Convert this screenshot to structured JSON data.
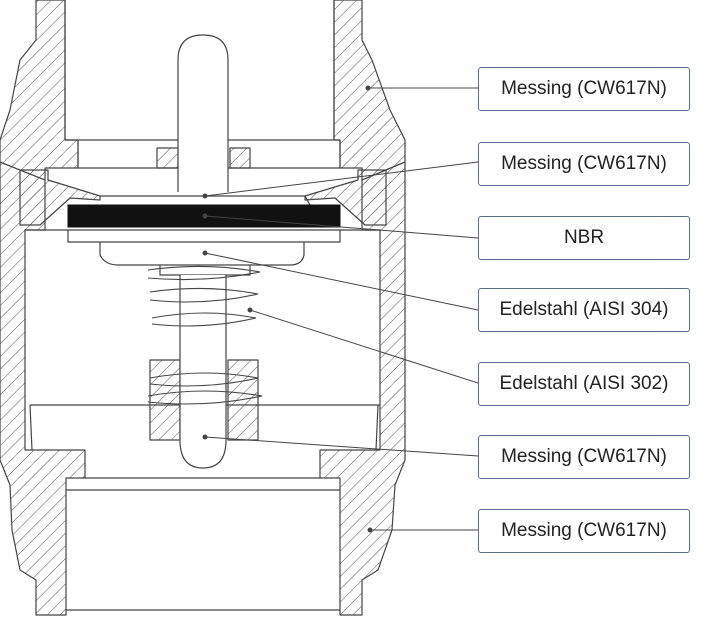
{
  "diagram": {
    "hatch_color": "#555555",
    "line_color": "#444444",
    "seal_color": "#111111",
    "box_border_color": "#5a6f8c"
  },
  "callouts": [
    {
      "label": "Messing (CW617N)"
    },
    {
      "label": "Messing (CW617N)"
    },
    {
      "label": "NBR"
    },
    {
      "label": "Edelstahl (AISI 304)"
    },
    {
      "label": "Edelstahl (AISI 302)"
    },
    {
      "label": "Messing (CW617N)"
    },
    {
      "label": "Messing (CW617N)"
    }
  ]
}
